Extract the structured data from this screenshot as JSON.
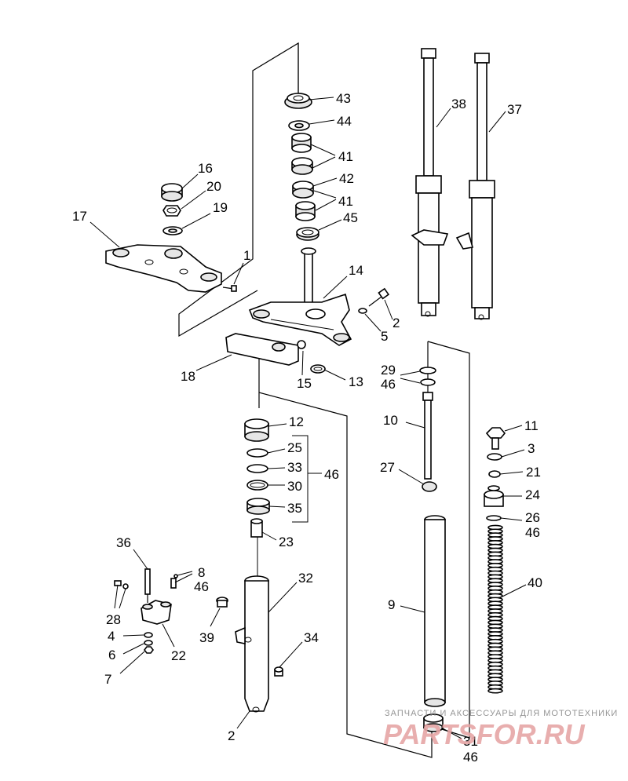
{
  "labels": {
    "l43": "43",
    "l44": "44",
    "l41a": "41",
    "l42": "42",
    "l41b": "41",
    "l45": "45",
    "l16": "16",
    "l20": "20",
    "l19": "19",
    "l17": "17",
    "l1": "1",
    "l14": "14",
    "l2a": "2",
    "l5": "5",
    "l18": "18",
    "l15": "15",
    "l13": "13",
    "l38": "38",
    "l37": "37",
    "l29": "29",
    "l46a": "46",
    "l10": "10",
    "l27": "27",
    "l11": "11",
    "l3": "3",
    "l21": "21",
    "l24": "24",
    "l26": "26",
    "l46b": "46",
    "l12": "12",
    "l25": "25",
    "l33": "33",
    "l30": "30",
    "l46c": "46",
    "l35": "35",
    "l23": "23",
    "l36": "36",
    "l8": "8",
    "l46d": "46",
    "l28": "28",
    "l4": "4",
    "l6": "6",
    "l7": "7",
    "l22": "22",
    "l39": "39",
    "l32": "32",
    "l34": "34",
    "l2b": "2",
    "l9": "9",
    "l40": "40",
    "l31": "31",
    "l46e": "46"
  },
  "watermark": {
    "line1": "ЗАПЧАСТИ И АКСЕССУАРЫ ДЛЯ МОТОТЕХНИКИ",
    "line2": "PARTSFOR.RU"
  }
}
